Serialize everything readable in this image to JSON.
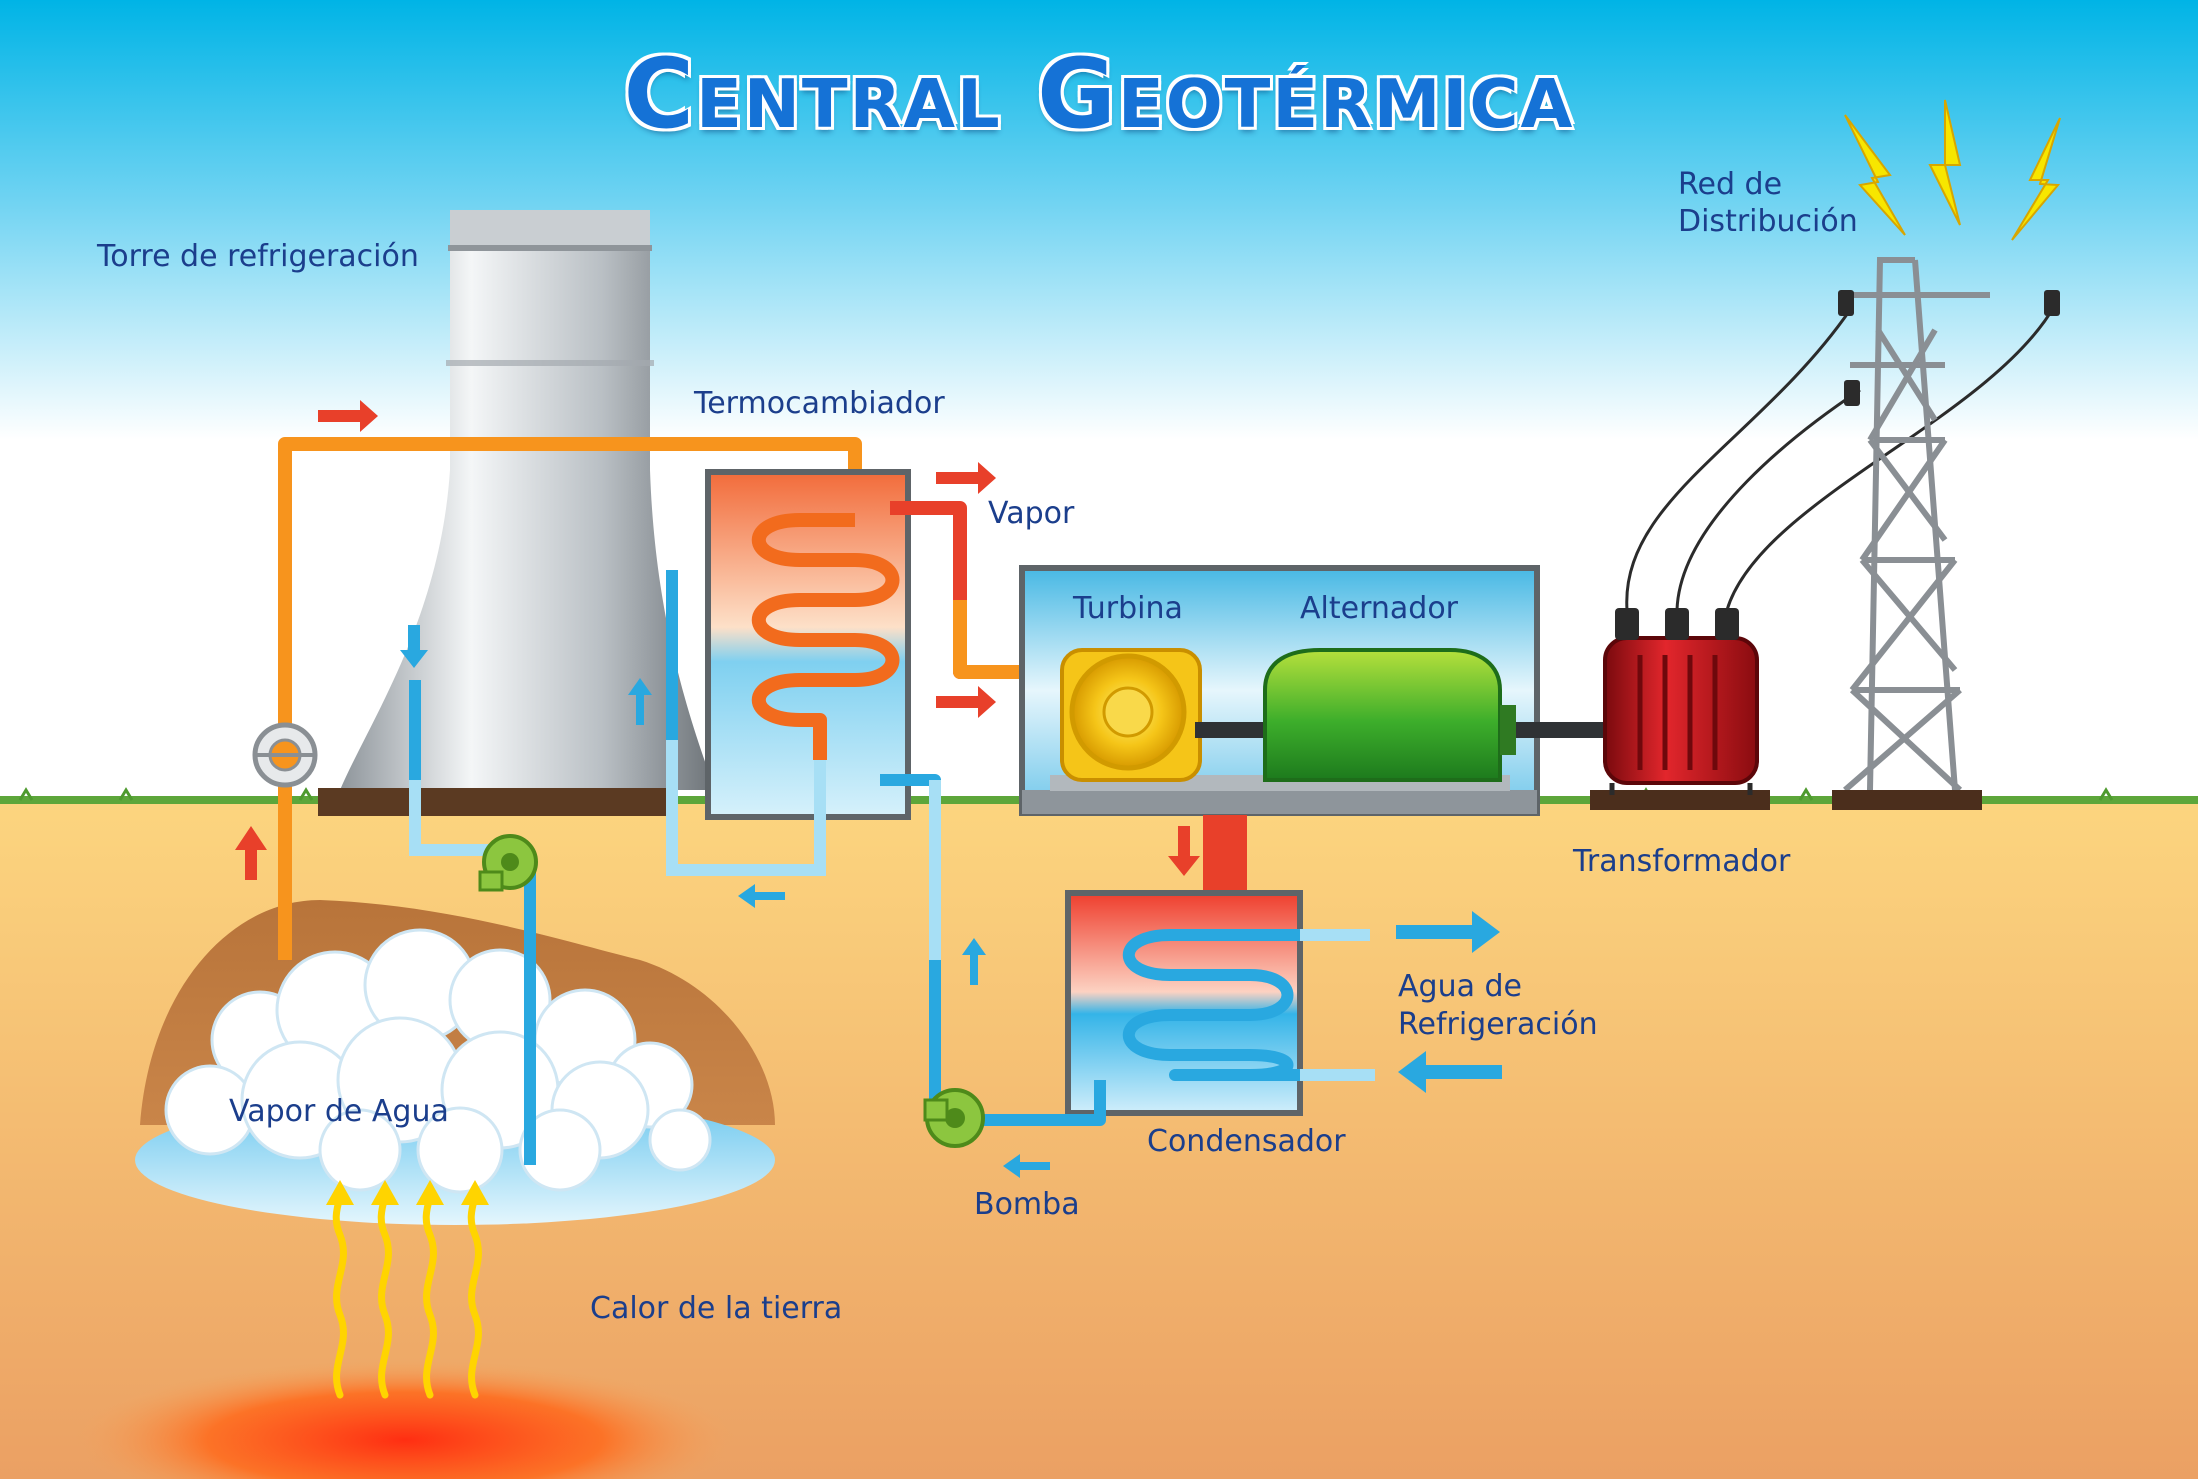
{
  "title": "Central Geotérmica",
  "labels": {
    "cooling_tower": "Torre de refrigeración",
    "heat_exchanger": "Termocambiador",
    "steam": "Vapor",
    "turbine": "Turbina",
    "alternator": "Alternador",
    "grid_line1": "Red de",
    "grid_line2": "Distribución",
    "transformer": "Transformador",
    "cooling_water_line1": "Agua de",
    "cooling_water_line2": "Refrigeración",
    "condenser": "Condensador",
    "water_vapor": "Vapor de Agua",
    "pump": "Bomba",
    "earth_heat": "Calor de la tierra"
  },
  "colors": {
    "sky_top": "#00b4e6",
    "sky_bottom": "#ffffff",
    "ground_top": "#fcd57f",
    "ground_bottom": "#eba063",
    "hot_pipe": "#f7941d",
    "steam_pipe": "#e8402a",
    "cold_pipe": "#29a8e0",
    "alternator": "#3dae2b",
    "turbine": "#f5c518",
    "transformer": "#c4161c",
    "label": "#1b3e8c",
    "title": "#1572d6"
  },
  "icons": [
    "lightning-bolt-icon",
    "pump-icon",
    "valve-icon",
    "flow-arrow-icon",
    "heat-wave-icon"
  ]
}
